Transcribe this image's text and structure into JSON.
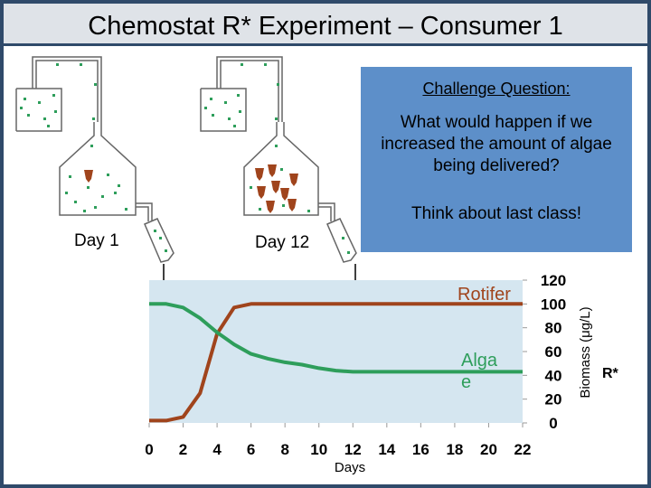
{
  "title": "Chemostat R* Experiment – Consumer 1",
  "callout": {
    "heading": "Challenge Question:",
    "question": "What would happen if we increased the amount of algae being delivered?",
    "hint": "Think about last class!"
  },
  "chemostats": [
    {
      "label": "Day 1",
      "rotifers": 1
    },
    {
      "label": "Day 12",
      "rotifers": 8
    }
  ],
  "colors": {
    "rotifer": "#a0441c",
    "alga": "#2e9e5b",
    "plot_bg": "#d5e6f0",
    "callout_bg": "#5d8fc9",
    "frame": "#2f4a6a"
  },
  "chart_data": {
    "type": "line",
    "xlabel": "Days",
    "ylabel": "Biomass (μg/L)",
    "xlim": [
      0,
      22
    ],
    "ylim": [
      0,
      120
    ],
    "x_ticks": [
      "0",
      "2",
      "4",
      "6",
      "8",
      "10",
      "12",
      "14",
      "16",
      "18",
      "20",
      "22"
    ],
    "y_ticks": [
      "0",
      "20",
      "40",
      "60",
      "80",
      "100",
      "120"
    ],
    "annotation": "R*",
    "series": [
      {
        "name": "Rotifer",
        "x": [
          0,
          1,
          2,
          3,
          4,
          5,
          6,
          7,
          8,
          9,
          10,
          11,
          12,
          13,
          14,
          15,
          16,
          17,
          18,
          19,
          20,
          21,
          22
        ],
        "y": [
          2,
          2,
          5,
          25,
          75,
          97,
          100,
          100,
          100,
          100,
          100,
          100,
          100,
          100,
          100,
          100,
          100,
          100,
          100,
          100,
          100,
          100,
          100
        ]
      },
      {
        "name": "Alga\ne",
        "x": [
          0,
          1,
          2,
          3,
          4,
          5,
          6,
          7,
          8,
          9,
          10,
          11,
          12,
          13,
          14,
          15,
          16,
          17,
          18,
          19,
          20,
          21,
          22
        ],
        "y": [
          100,
          100,
          97,
          88,
          76,
          66,
          58,
          54,
          51,
          49,
          46,
          44,
          43,
          43,
          43,
          43,
          43,
          43,
          43,
          43,
          43,
          43,
          43
        ]
      }
    ]
  }
}
